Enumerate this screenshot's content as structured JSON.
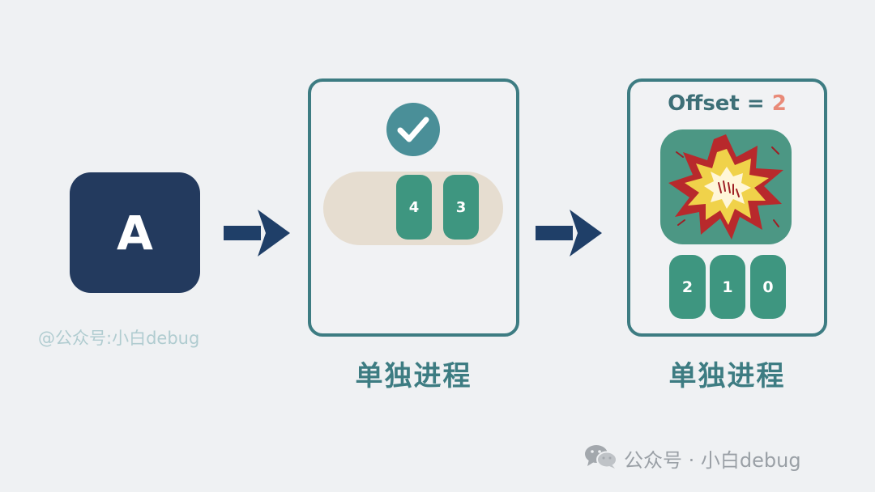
{
  "producer": {
    "label": "A"
  },
  "process1": {
    "caption": "单独进程",
    "queue": [
      "4",
      "3"
    ]
  },
  "process2": {
    "caption": "单独进程",
    "offset_label": "Offset = ",
    "offset_value": "2",
    "queue": [
      "2",
      "1",
      "0"
    ]
  },
  "watermarks": {
    "left": "@公众号:小白debug",
    "right": "公众号 · 小白debug"
  },
  "colors": {
    "background": "#eff1f3",
    "producer": "#233a5e",
    "arrow": "#1f3f68",
    "box_border": "#3d7c82",
    "message": "#3e9680",
    "queue_track": "#e6ddd0",
    "offset_value": "#e98a78"
  },
  "icons": [
    "check-icon",
    "explosion-icon",
    "arrow-right-icon",
    "wechat-icon"
  ]
}
